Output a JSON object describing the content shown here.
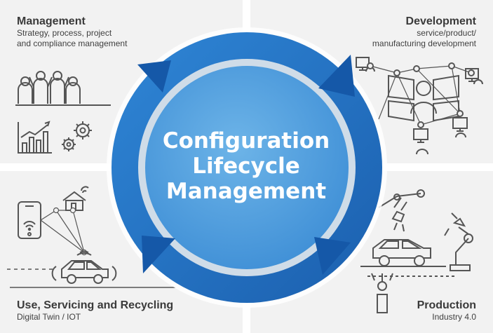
{
  "quadrants": {
    "top_left": {
      "title": "Management",
      "subtitle_1": "Strategy, process, project",
      "subtitle_2": "and compliance management"
    },
    "top_right": {
      "title": "Development",
      "subtitle_1": "service/product/",
      "subtitle_2": "manufacturing development"
    },
    "bottom_left": {
      "title": "Use, Servicing and Recycling",
      "subtitle_1": "Digital Twin / IOT"
    },
    "bottom_right": {
      "title": "Production",
      "subtitle_1": "Industry 4.0"
    }
  },
  "center": {
    "line_1": "Configuration",
    "line_2": "Lifecycle",
    "line_3": "Management"
  },
  "colors": {
    "panel": "#f2f2f2",
    "ring_outer": "#1f6fc2",
    "ring_inner": "#5aa3df",
    "arrow": "#1558a8",
    "icon_stroke": "#555555"
  },
  "icons": [
    "team-icon",
    "growth-chart-icon",
    "gears-icon",
    "developer-network-icon",
    "smartphone-wifi-icon",
    "smart-home-icon",
    "connected-car-icon",
    "robot-arm-icon",
    "car-body-icon",
    "gripper-icon"
  ]
}
